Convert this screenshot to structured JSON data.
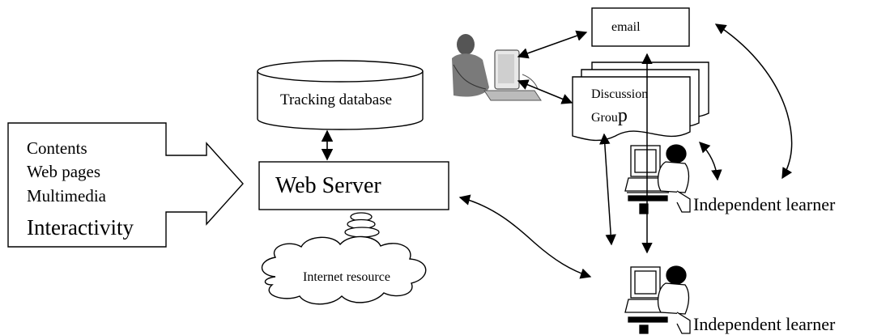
{
  "contents": {
    "lines": [
      "Contents",
      "Web pages",
      "Multimedia",
      "Interactivity"
    ]
  },
  "tracking_db": {
    "label": "Tracking database"
  },
  "web_server": {
    "label": "Web Server"
  },
  "internet": {
    "label": "Internet resource"
  },
  "email": {
    "label": "email"
  },
  "discussion": {
    "line1": "Discussion",
    "line2": "Grou",
    "line2_tail": "p"
  },
  "learner_top": {
    "label": "Independent learner"
  },
  "learner_bottom": {
    "label": "Independent learner"
  }
}
